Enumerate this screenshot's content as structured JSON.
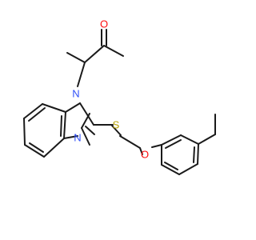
{
  "molecule": {
    "atoms": [
      {
        "id": "o_ketone",
        "symbol": "O",
        "color": "#ff0d0d"
      },
      {
        "id": "n_ring1",
        "symbol": "N",
        "color": "#3050f8"
      },
      {
        "id": "n_ring3",
        "symbol": "N",
        "color": "#3050f8"
      },
      {
        "id": "s_thioether",
        "symbol": "S",
        "color": "#b8a200"
      },
      {
        "id": "o_ether",
        "symbol": "O",
        "color": "#ff0d0d"
      }
    ],
    "bond_color": "#1a1a1a"
  }
}
